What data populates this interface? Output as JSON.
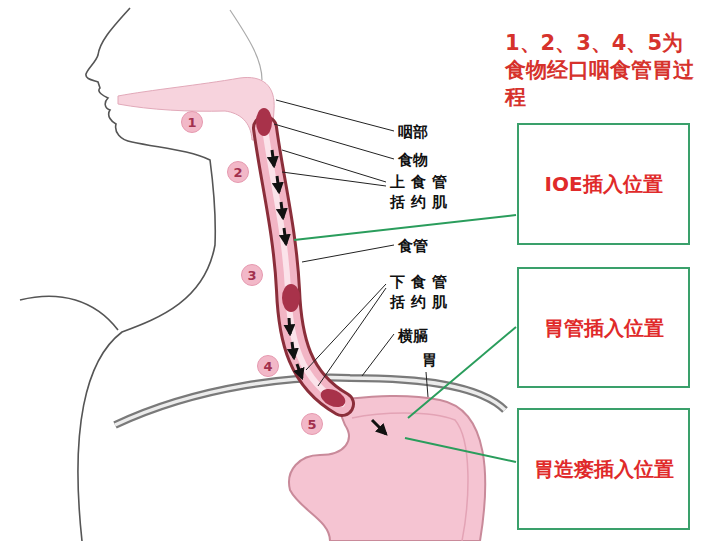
{
  "diagram": {
    "nodes": [
      {
        "text": [
          "IOE插入位置"
        ]
      },
      {
        "text": [
          "胃管插入位置"
        ]
      },
      {
        "text": [
          "胃造瘘插入位置"
        ]
      }
    ],
    "labels": [
      "1、2、3、4、5为食物经口咽食管胃过程",
      "咽部",
      "食物",
      "上食管括约肌",
      "食管",
      "下食管括约肌",
      "横膈",
      "胃",
      "1",
      "2",
      "3",
      "4",
      "5"
    ]
  }
}
